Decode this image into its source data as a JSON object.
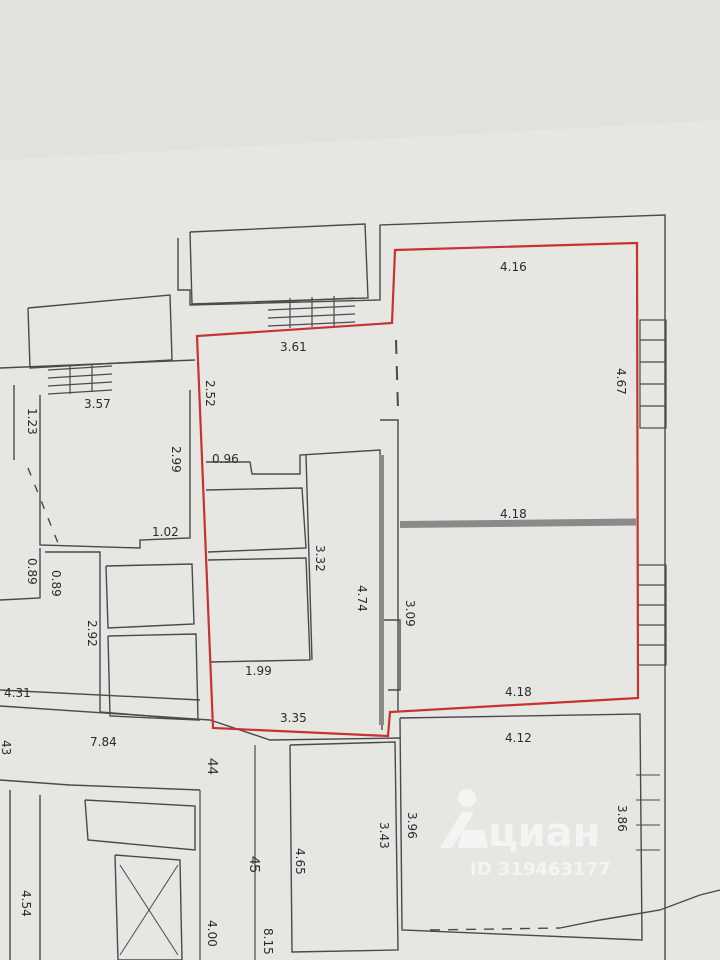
{
  "plan": {
    "highlight_color": "#c8322f",
    "wall_color": "#4a4a4a",
    "paper_color": "#e9e9e6",
    "background_color": "#d9d9d6"
  },
  "dims": {
    "d_4_16": "4.16",
    "d_4_67": "4.67",
    "d_3_61": "3.61",
    "d_2_52": "2.52",
    "d_0_96": "0.96",
    "d_4_18_mid": "4.18",
    "d_3_32": "3.32",
    "d_4_74": "4.74",
    "d_3_09": "3.09",
    "d_1_99": "1.99",
    "d_4_18_bottom": "4.18",
    "d_3_35": "3.35",
    "d_3_57": "3.57",
    "d_1_23": "1.23",
    "d_2_99": "2.99",
    "d_1_02": "1.02",
    "d_0_89_a": "0.89",
    "d_0_89_b": "0.89",
    "d_2_92": "2.92",
    "d_4_31": "4.31",
    "d_7_84": "7.84",
    "d_43": "43",
    "d_4_12": "4.12",
    "d_3_96": "3.96",
    "d_3_86": "3.86",
    "d_3_43": "3.43",
    "d_4_65": "4.65",
    "d_4_54": "4.54",
    "d_4_00": "4.00",
    "d_8_15": "8.15"
  },
  "apartments": {
    "n44": "44",
    "n45": "45"
  },
  "watermark": {
    "brand": "циан",
    "id_text": "ID 319463177"
  }
}
